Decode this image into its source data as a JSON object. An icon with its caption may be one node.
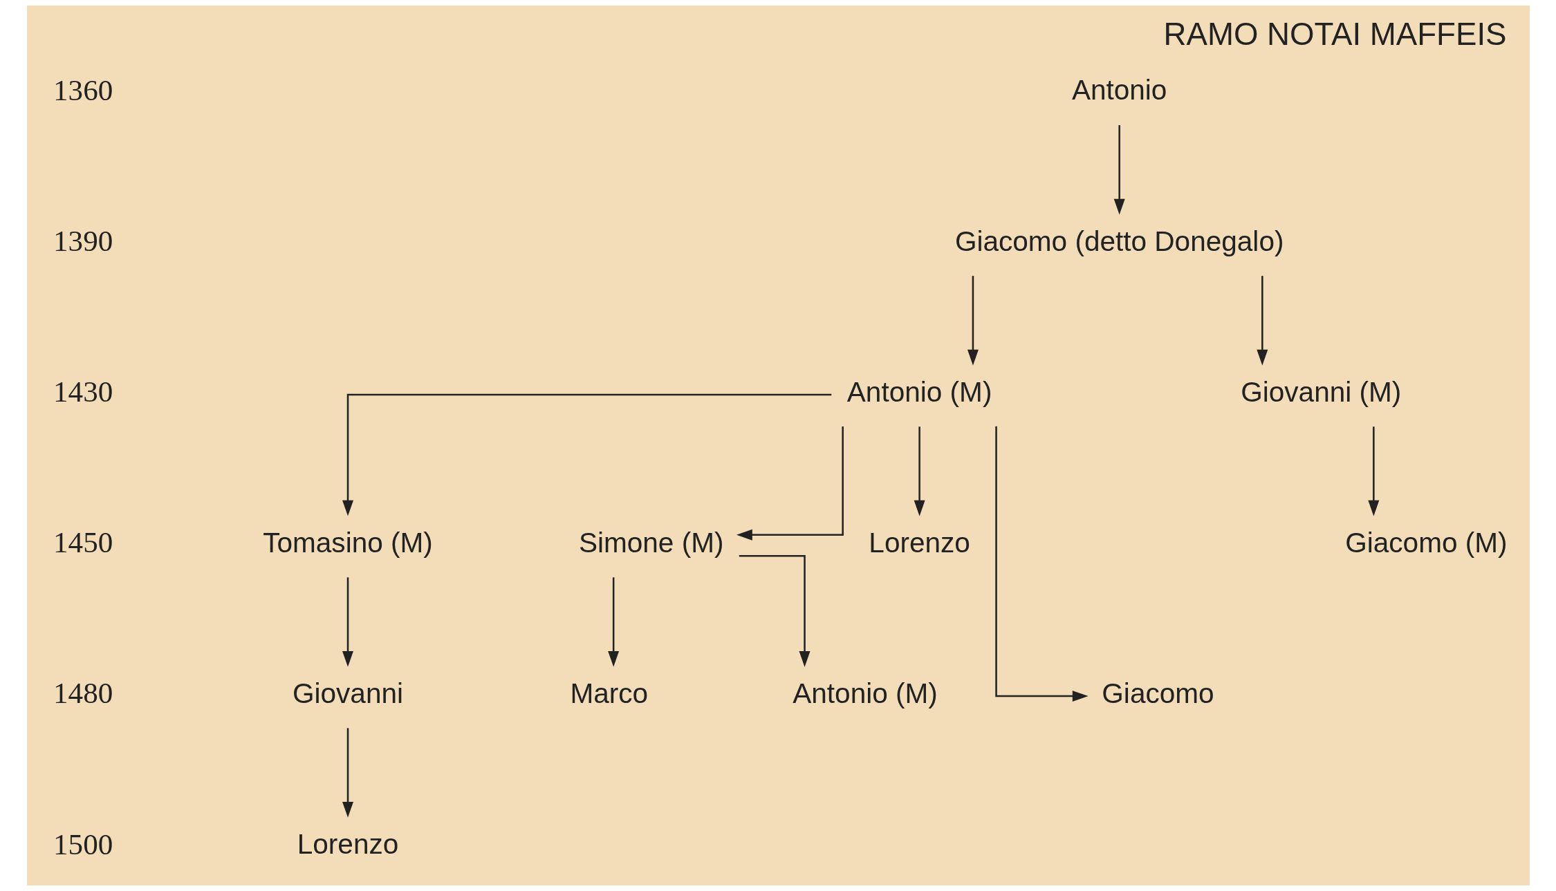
{
  "diagram": {
    "title": "RAMO NOTAI MAFFEIS",
    "nodes": [
      {
        "text": [
          "Antonio"
        ]
      },
      {
        "text": [
          "Giacomo (detto Donegalo)"
        ]
      },
      {
        "text": [
          "Antonio (M)"
        ]
      },
      {
        "text": [
          "Giovanni (M)"
        ]
      },
      {
        "text": [
          "Tomasino (M)"
        ]
      },
      {
        "text": [
          "Simone (M)"
        ]
      },
      {
        "text": [
          "Lorenzo"
        ]
      },
      {
        "text": [
          "Giacomo (M)"
        ]
      },
      {
        "text": [
          "Giovanni"
        ]
      },
      {
        "text": [
          "Marco"
        ]
      },
      {
        "text": [
          "Antonio (M)"
        ]
      },
      {
        "text": [
          "Giacomo"
        ]
      },
      {
        "text": [
          "Lorenzo"
        ]
      }
    ],
    "edges": [
      {
        "from": 0,
        "to": 1,
        "arrow": "to"
      },
      {
        "from": 1,
        "to": 2,
        "arrow": "to"
      },
      {
        "from": 1,
        "to": 3,
        "arrow": "to"
      },
      {
        "from": 2,
        "to": 4,
        "arrow": "to"
      },
      {
        "from": 2,
        "to": 5,
        "arrow": "to"
      },
      {
        "from": 2,
        "to": 6,
        "arrow": "to"
      },
      {
        "from": 2,
        "to": 11,
        "arrow": "to"
      },
      {
        "from": 3,
        "to": 7,
        "arrow": "to"
      },
      {
        "from": 4,
        "to": 8,
        "arrow": "to"
      },
      {
        "from": 5,
        "to": 9,
        "arrow": "to"
      },
      {
        "from": 5,
        "to": 10,
        "arrow": "to"
      },
      {
        "from": 8,
        "to": 12,
        "arrow": "to"
      }
    ],
    "labels": [
      "1360",
      "1390",
      "1430",
      "1450",
      "1480",
      "1500"
    ]
  }
}
